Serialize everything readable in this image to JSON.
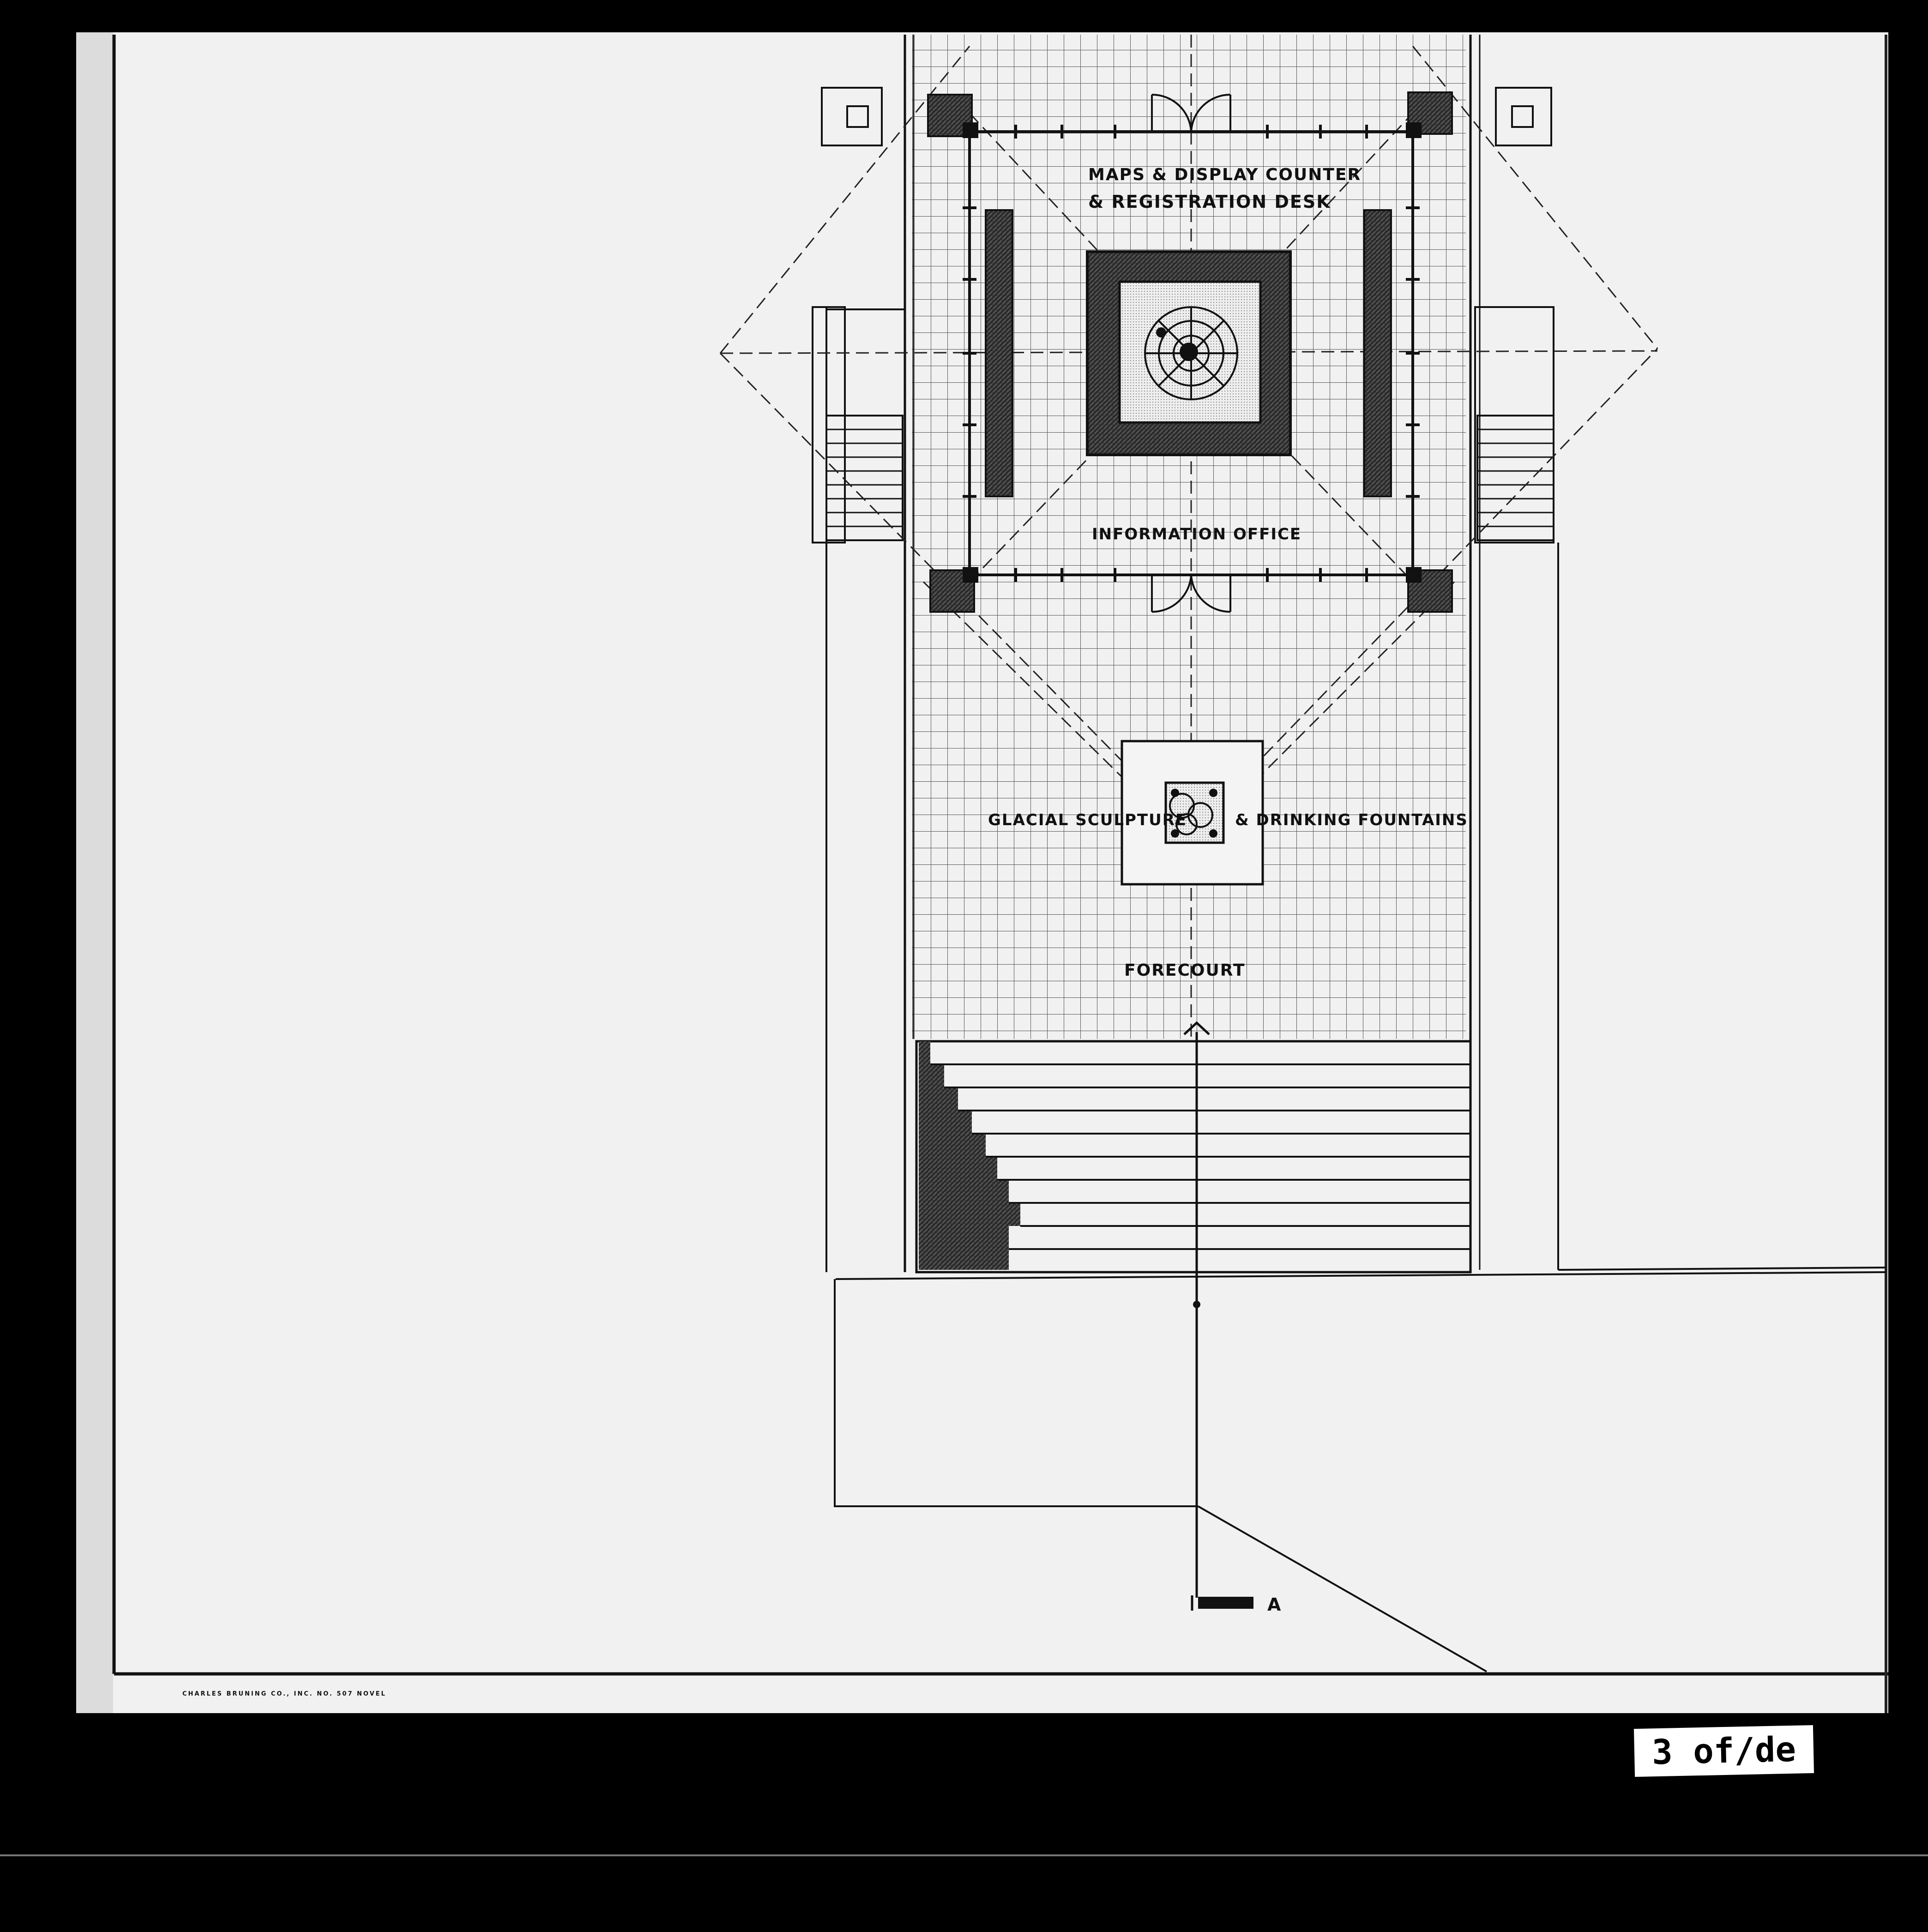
{
  "labels": {
    "maps_display": "MAPS & DISPLAY COUNTER",
    "registration": "& REGISTRATION DESK",
    "information_office": "INFORMATION OFFICE",
    "glacial_sculpture": "GLACIAL SCULPTURE",
    "drinking_fountains": "& DRINKING FOUNTAINS",
    "forecourt": "FORECOURT",
    "section_marker": "A"
  },
  "imprint": "CHARLES BRUNING CO., INC.   NO. 507 NOVEL",
  "frame_tag": "3 of/de",
  "colors": {
    "background": "#000000",
    "paper": "#f1f1f1",
    "ink": "#111111",
    "tag": "#ffffff"
  }
}
